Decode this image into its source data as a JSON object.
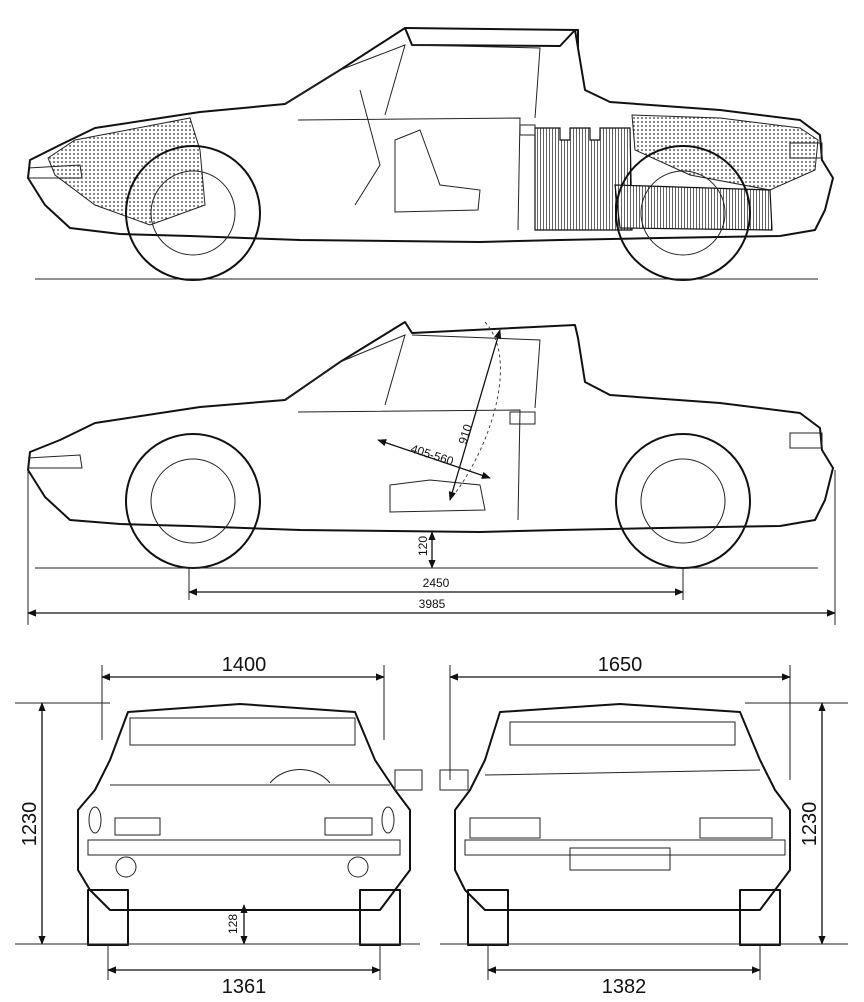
{
  "dimensions": {
    "legroom_diagonal": "910",
    "seat_travel": "405-560",
    "ground_clearance_side": "120",
    "wheelbase": "2450",
    "overall_length": "3985",
    "front_track_width": "1400",
    "overall_width": "1650",
    "height_left": "1230",
    "height_right": "1230",
    "ground_clearance_rear": "128",
    "front_track": "1361",
    "rear_track": "1382"
  }
}
